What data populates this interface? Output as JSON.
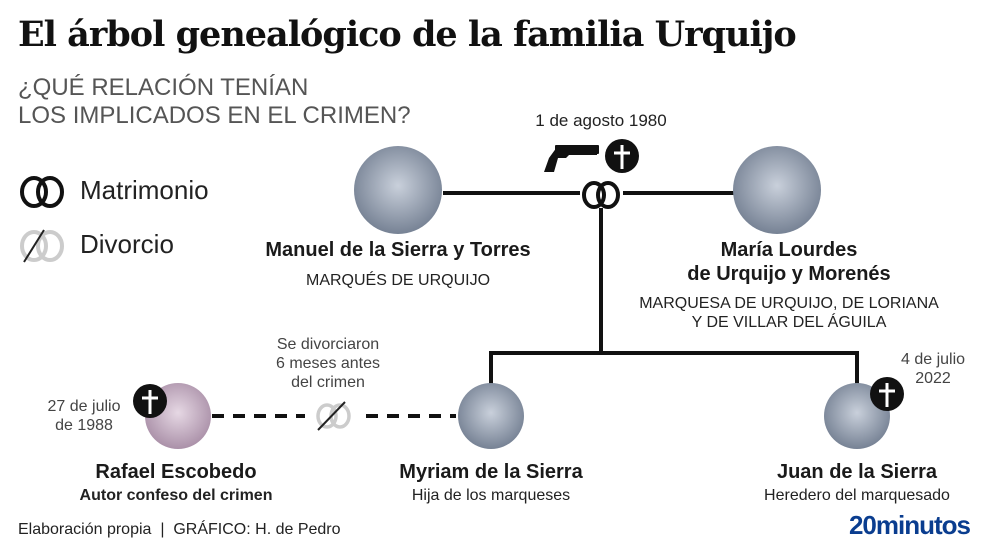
{
  "title": "El árbol genealógico de la familia Urquijo",
  "subtitle": [
    "¿QUÉ RELACIÓN TENÍAN",
    "LOS IMPLICADOS EN EL CRIMEN?"
  ],
  "legend": {
    "marriage": "Matrimonio",
    "divorce": "Divorcio"
  },
  "crime_date": "1 de agosto 1980",
  "people": {
    "manuel": {
      "name": "Manuel de la Sierra y Torres",
      "role": "MARQUÉS DE URQUIJO"
    },
    "maria": {
      "name": [
        "María Lourdes",
        "de Urquijo y Morenés"
      ],
      "role": [
        "MARQUESA DE URQUIJO, DE LORIANA",
        "Y DE VILLAR DEL ÁGUILA"
      ]
    },
    "rafael": {
      "name": "Rafael Escobedo",
      "role": "Autor confeso del crimen",
      "death": [
        "27 de julio",
        "de 1988"
      ]
    },
    "myriam": {
      "name": "Myriam de la Sierra",
      "role": "Hija de los marqueses"
    },
    "juan": {
      "name": "Juan de la Sierra",
      "role": "Heredero del marquesado",
      "death": [
        "4 de julio",
        "2022"
      ]
    }
  },
  "divorce_note": [
    "Se divorciaron",
    "6 meses antes",
    "del crimen"
  ],
  "footer": "Elaboración propia  |  GRÁFICO: H. de Pedro",
  "logo": "20minutos",
  "colors": {
    "brand": "#0a3d8f",
    "photo": "#aab4c4"
  }
}
